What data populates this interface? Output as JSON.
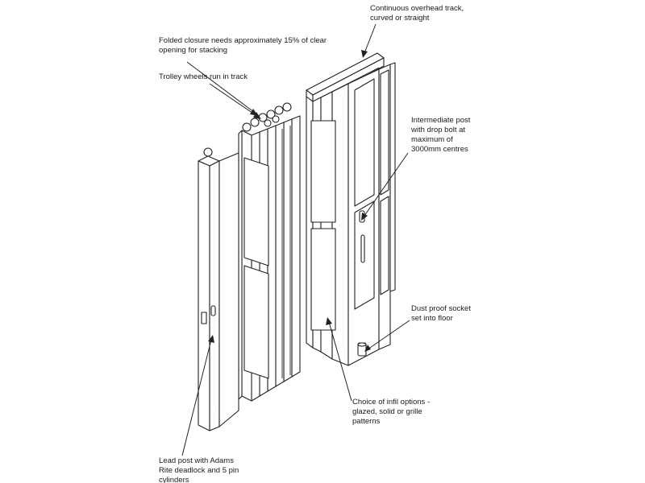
{
  "labels": {
    "track": [
      "Continuous overhead track,",
      "curved or straight"
    ],
    "fold": [
      "Folded closure needs approximately 15% of clear",
      "opening  for stacking"
    ],
    "trolley": [
      "Trolley wheels run in track"
    ],
    "post": [
      "Intermediate post",
      "with drop bolt at",
      "maximum of",
      "3000mm centres"
    ],
    "socket": [
      "Dust proof socket",
      "set into floor"
    ],
    "infil": [
      "Choice of infil options -",
      "glazed, solid or grille",
      "patterns"
    ],
    "lead": [
      "Lead post with Adams",
      "Rite deadlock and 5 pin",
      "cylinders"
    ]
  },
  "colors": {
    "ink": "#222222",
    "background": "#ffffff"
  }
}
